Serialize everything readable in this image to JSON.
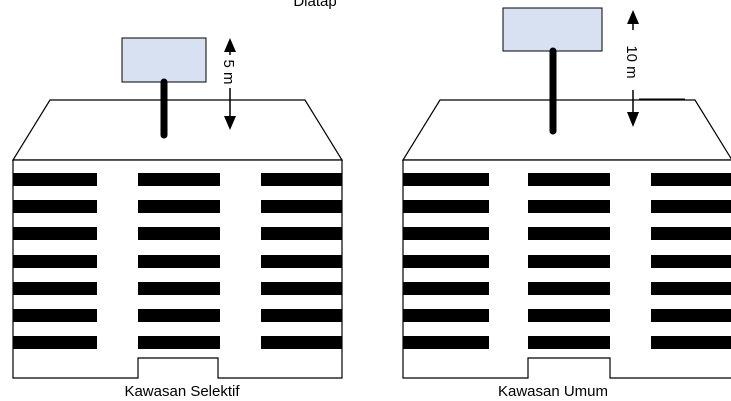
{
  "title": "Diatap",
  "colors": {
    "sign_fill": "#d7e1f2",
    "stroke": "#000000",
    "background": "#ffffff"
  },
  "buildings": [
    {
      "id": "selective",
      "caption": "Kawasan Selektif",
      "height_label": "5 m"
    },
    {
      "id": "general",
      "caption": "Kawasan Umum",
      "height_label": "10 m"
    }
  ]
}
